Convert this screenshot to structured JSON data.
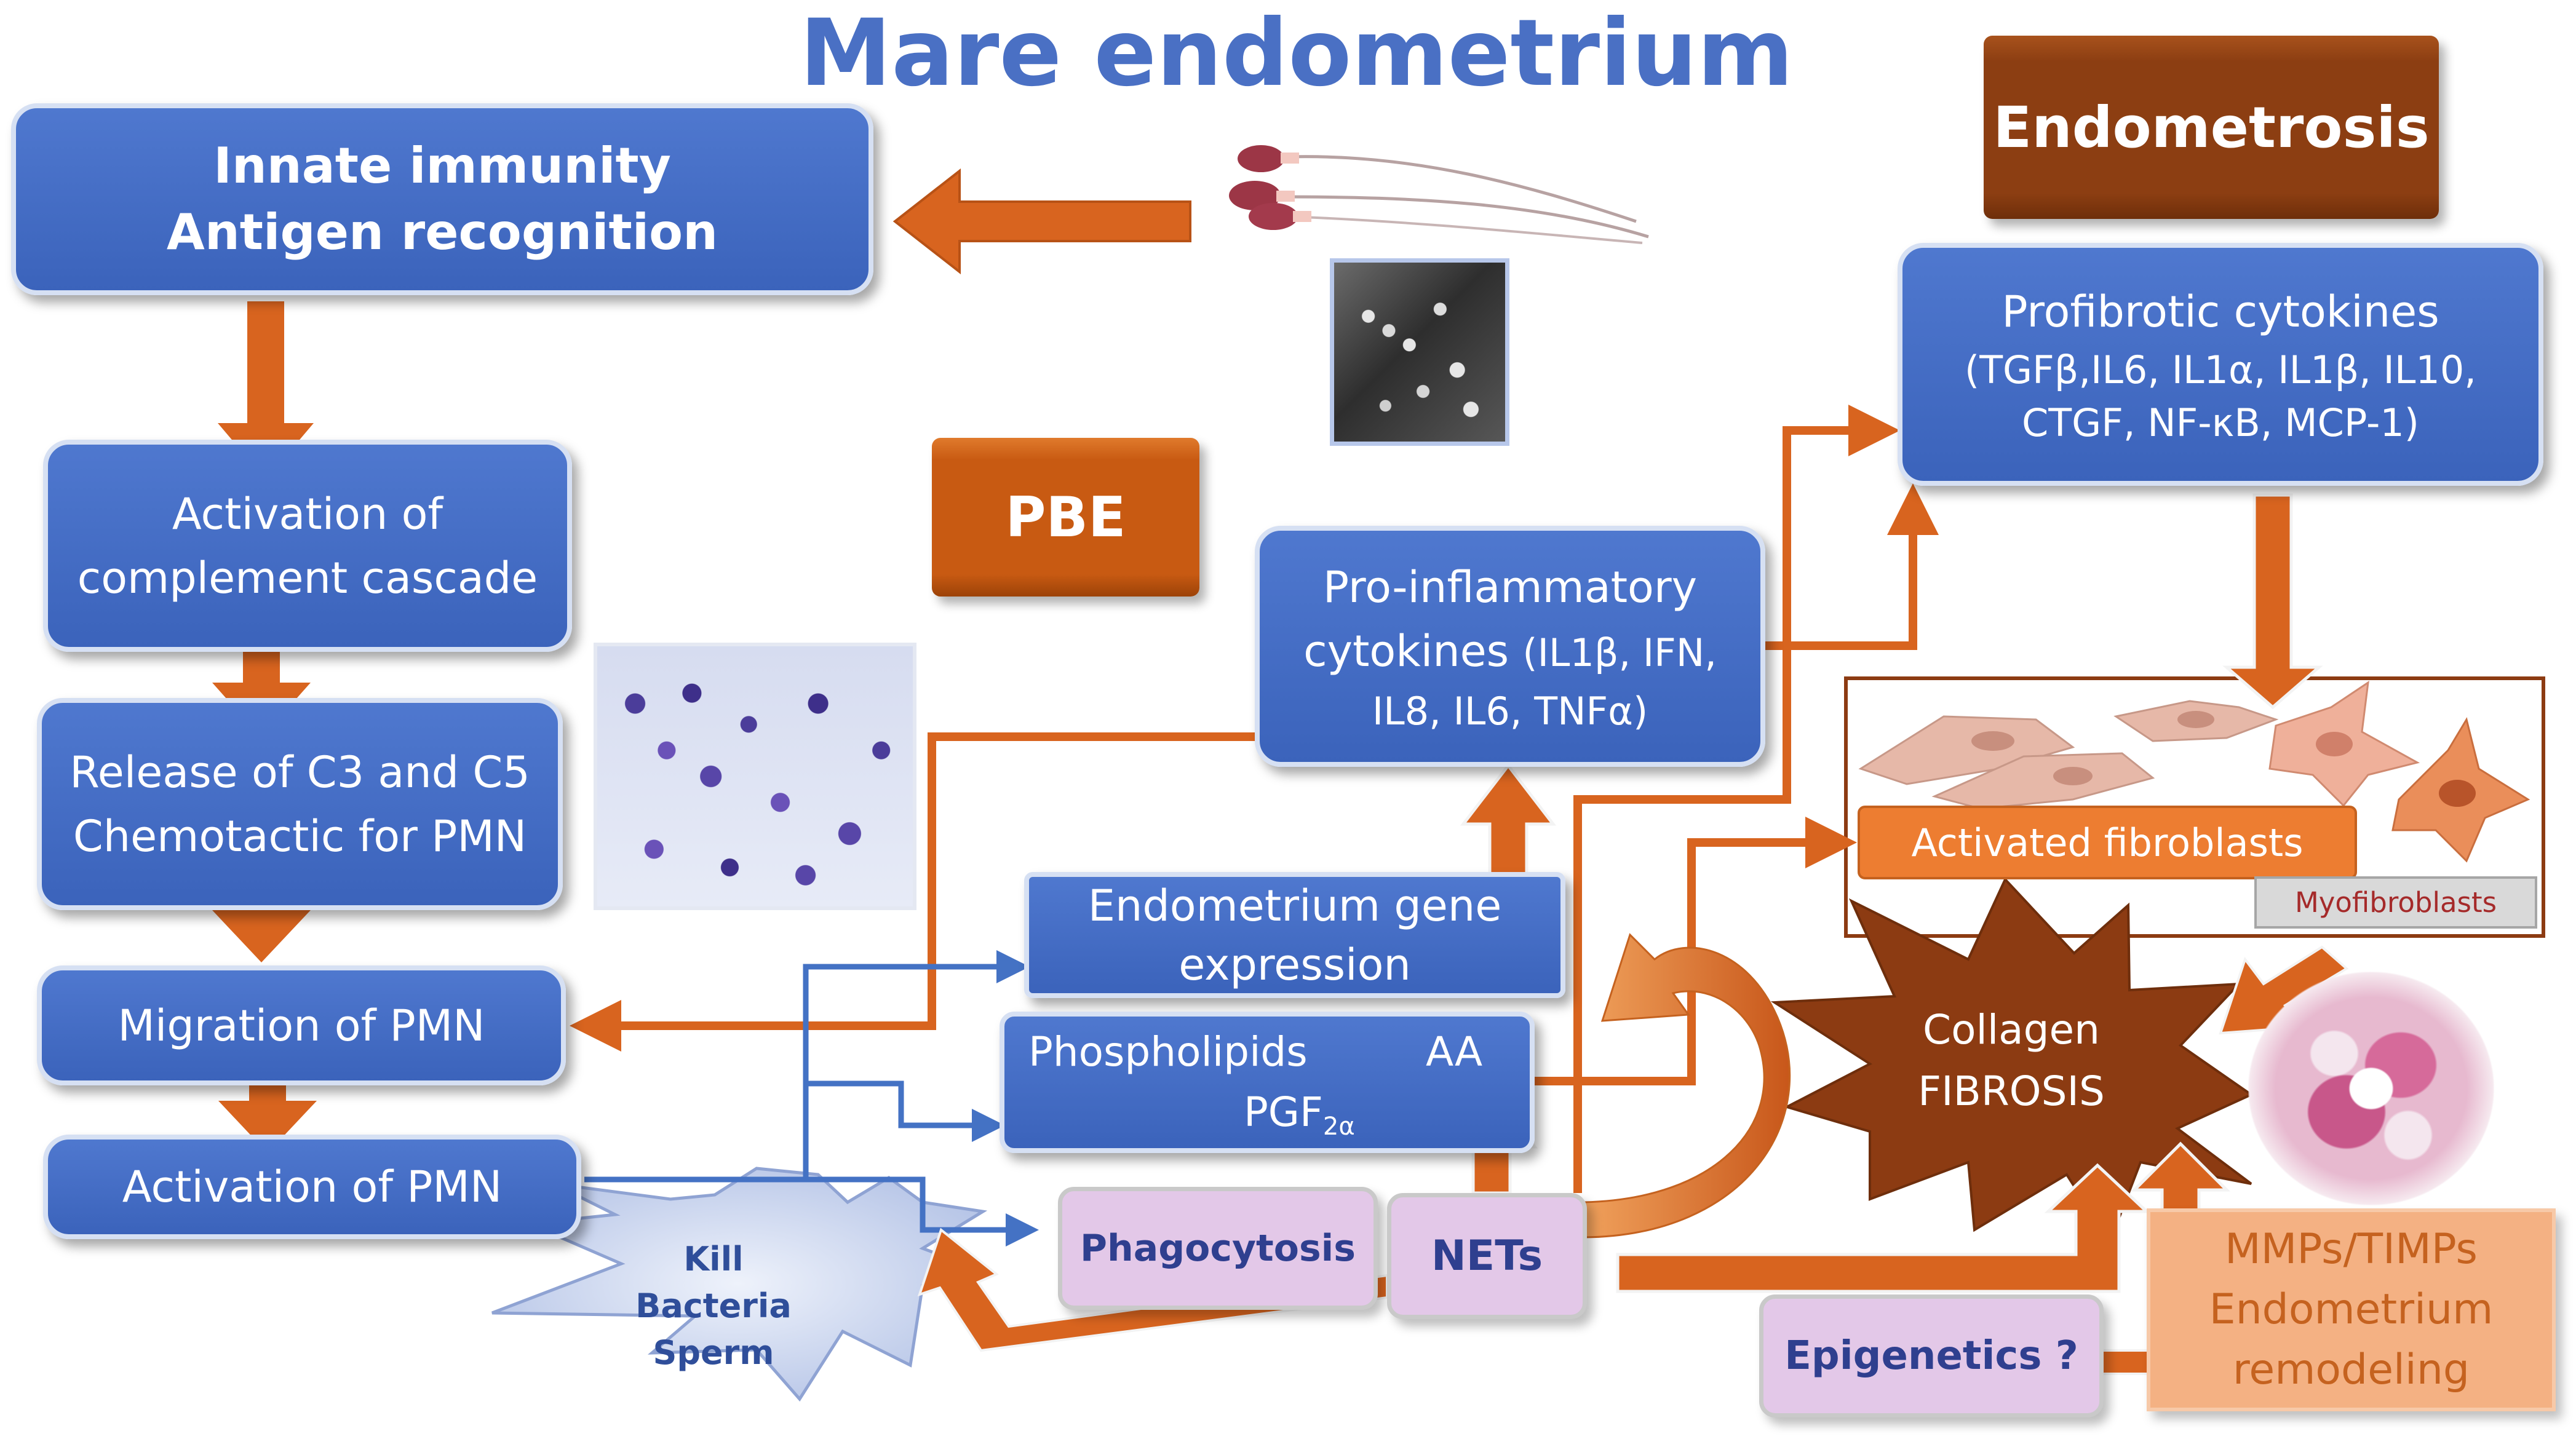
{
  "title": "Mare endometrium",
  "nodes": {
    "innate": [
      "Innate immunity",
      "Antigen recognition"
    ],
    "complement": [
      "Activation of",
      "complement cascade"
    ],
    "release": [
      "Release of C3 and C5",
      "Chemotactic for PMN"
    ],
    "migration": "Migration of PMN",
    "activation": "Activation of PMN",
    "pbe": "PBE",
    "proinflammatory": {
      "line1": "Pro-inflammatory",
      "line2": "cytokines",
      "line2_list": "(IL1β, IFN,",
      "line3": "IL8, IL6, TNFα)"
    },
    "gene_expression": [
      "Endometrium gene",
      "expression"
    ],
    "phospholipids": {
      "from": "Phospholipids",
      "to": "AA",
      "pgf": "PGF",
      "pgf_sub": "2α"
    },
    "phagocytosis": "Phagocytosis",
    "nets": "NETs",
    "kill": [
      "Kill",
      "Bacteria",
      "Sperm"
    ],
    "endometrosis": "Endometrosis",
    "profibrotic": [
      "Profibrotic cytokines",
      "(TGFβ,IL6,  IL1α, IL1β, IL10,",
      "CTGF,  NF-κB, MCP-1)"
    ],
    "activated_fibroblasts": "Activated fibroblasts",
    "myofibroblasts": "Myofibroblasts",
    "collagen": [
      "Collagen",
      "FIBROSIS"
    ],
    "epigenetics": "Epigenetics ?",
    "mmps": [
      "MMPs/TIMPs",
      "Endometrium",
      "remodeling"
    ]
  },
  "colors": {
    "blue_box": "#3f67c0",
    "arrow_orange": "#d8641f",
    "arrow_blue": "#4472c4",
    "yellow_arrow": "#f5b800",
    "collagen_star": "#8c3b12",
    "endometrosis_box": "#8c3e12",
    "pbe_box": "#c85a12",
    "pink_box": "#e3c8e8",
    "title": "#4a70c4"
  }
}
